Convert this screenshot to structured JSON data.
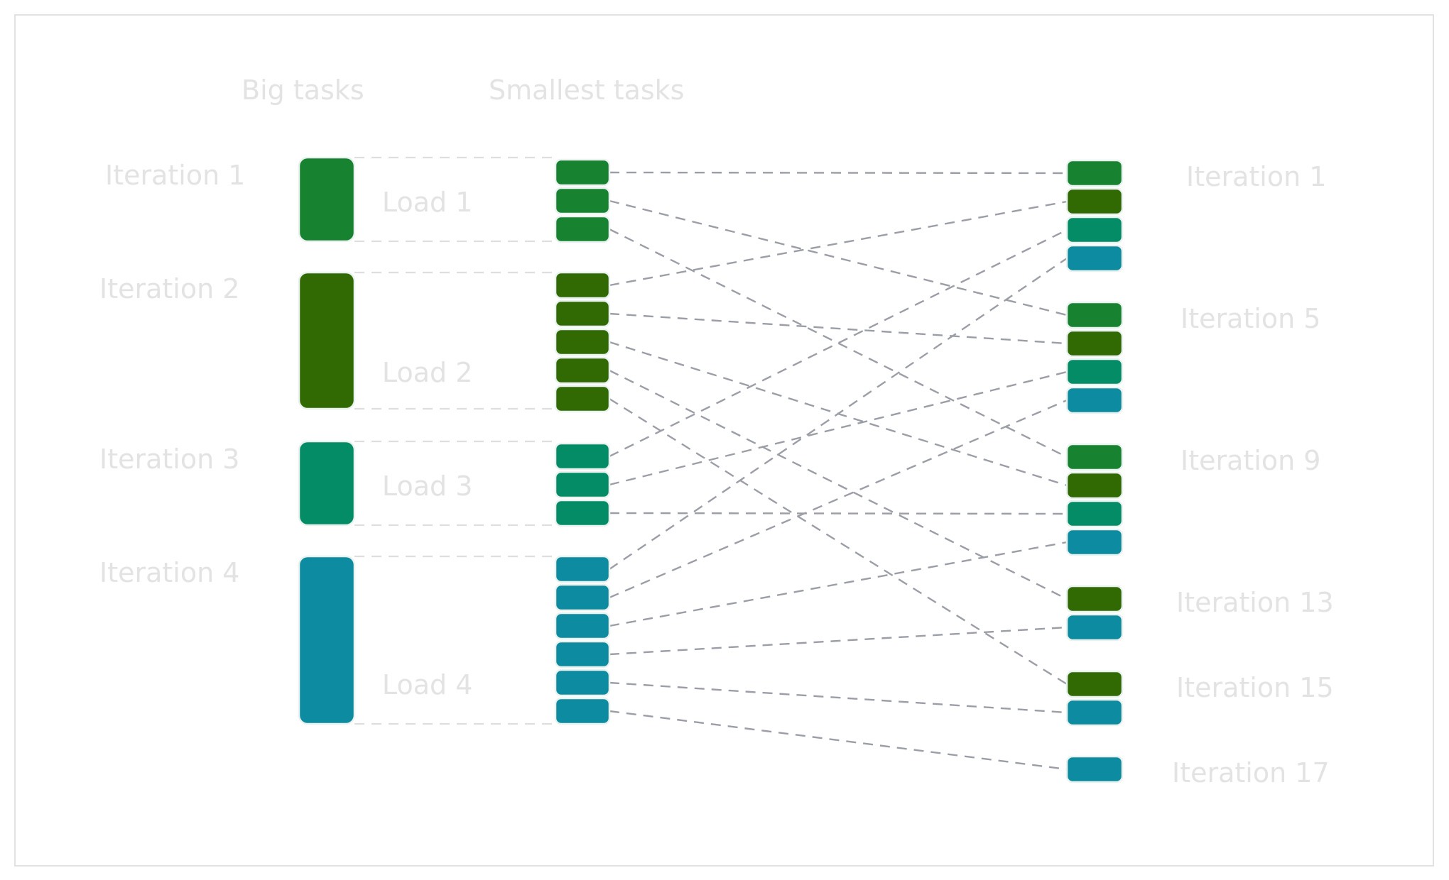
{
  "headers": {
    "big_tasks": "Big tasks",
    "smallest_tasks": "Smallest tasks"
  },
  "colors": {
    "load1": "#178230",
    "load2": "#316a03",
    "load3": "#048c66",
    "load4": "#0d8ba1",
    "connector": "#9b9ea6",
    "label": "#e3e3e3"
  },
  "big_tasks": [
    {
      "iteration_label": "Iteration 1",
      "load_label": "Load 1",
      "load": 1
    },
    {
      "iteration_label": "Iteration 2",
      "load_label": "Load 2",
      "load": 2
    },
    {
      "iteration_label": "Iteration 3",
      "load_label": "Load 3",
      "load": 3
    },
    {
      "iteration_label": "Iteration 4",
      "load_label": "Load 4",
      "load": 4
    }
  ],
  "small_tasks": [
    1,
    1,
    1,
    2,
    2,
    2,
    2,
    2,
    3,
    3,
    3,
    4,
    4,
    4,
    4,
    4,
    4
  ],
  "right_groups": [
    {
      "label": "Iteration 1",
      "tasks": [
        1,
        2,
        3,
        4
      ]
    },
    {
      "label": "Iteration 5",
      "tasks": [
        1,
        2,
        3,
        4
      ]
    },
    {
      "label": "Iteration 9",
      "tasks": [
        1,
        2,
        3,
        4
      ]
    },
    {
      "label": "Iteration 13",
      "tasks": [
        2,
        4
      ]
    },
    {
      "label": "Iteration 15",
      "tasks": [
        2,
        4
      ]
    },
    {
      "label": "Iteration 17",
      "tasks": [
        4
      ]
    }
  ],
  "connections": [
    [
      0,
      0
    ],
    [
      1,
      4
    ],
    [
      2,
      8
    ],
    [
      3,
      1
    ],
    [
      4,
      5
    ],
    [
      5,
      9
    ],
    [
      6,
      12
    ],
    [
      7,
      14
    ],
    [
      8,
      2
    ],
    [
      9,
      6
    ],
    [
      10,
      10
    ],
    [
      11,
      3
    ],
    [
      12,
      7
    ],
    [
      13,
      11
    ],
    [
      14,
      13
    ],
    [
      15,
      15
    ],
    [
      16,
      16
    ]
  ]
}
